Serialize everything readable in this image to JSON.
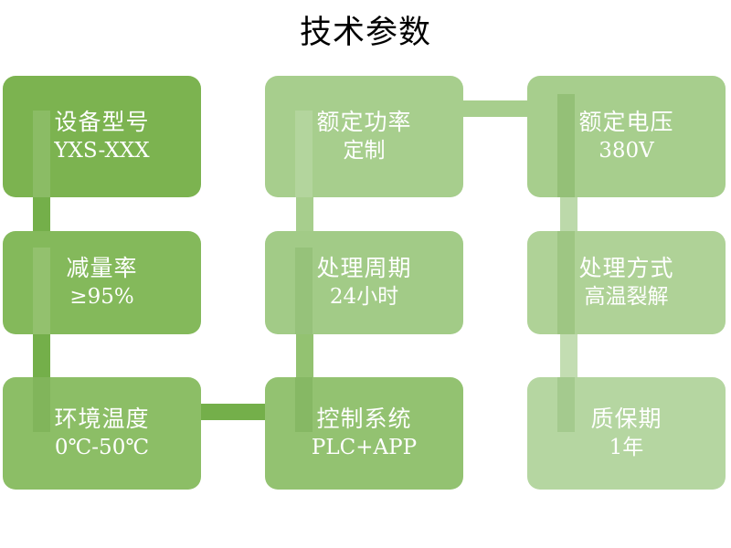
{
  "page": {
    "title": "技术参数",
    "background": "#ffffff",
    "title_color": "#000000"
  },
  "palette": {
    "green_dark": "#7CB350",
    "green_mid": "#8FC06A",
    "green_light": "#A7CE8D",
    "green_lighter": "#B9D8A6",
    "connector_dark": "#74AF4A",
    "connector_mid": "#86BC5F",
    "connector_light": "#A7CE8D",
    "connector_lighter": "#C3DDB2",
    "text": "#ffffff"
  },
  "diagram": {
    "type": "grid-cards",
    "rows": 3,
    "columns": 3,
    "cards": [
      {
        "id": "device-model",
        "title": "设备型号",
        "value": "YXS-XXX",
        "color": "#7CB350",
        "row": 1,
        "column": 1
      },
      {
        "id": "rated-power",
        "title": "额定功率",
        "value": "定制",
        "color": "#A7CE8D",
        "row": 1,
        "column": 2
      },
      {
        "id": "rated-voltage",
        "title": "额定电压",
        "value": "380V",
        "color": "#A7CE8D",
        "row": 1,
        "column": 3
      },
      {
        "id": "reduction-rate",
        "title": "减量率",
        "value": "≥95%",
        "color": "#84B95B",
        "row": 2,
        "column": 1
      },
      {
        "id": "treatment-cycle",
        "title": "处理周期",
        "value": "24小时",
        "color": "#A2CB87",
        "row": 2,
        "column": 2
      },
      {
        "id": "treatment-method",
        "title": "处理方式",
        "value": "高温裂解",
        "color": "#AFD297",
        "row": 2,
        "column": 3
      },
      {
        "id": "ambient-temperature",
        "title": "环境温度",
        "value": "0℃-50℃",
        "color": "#8CBE66",
        "row": 3,
        "column": 1
      },
      {
        "id": "control-system",
        "title": "控制系统",
        "value": "PLC+APP",
        "color": "#93C271",
        "row": 3,
        "column": 2
      },
      {
        "id": "warranty-period",
        "title": "质保期",
        "value": "1年",
        "color": "#B5D6A1",
        "row": 3,
        "column": 3
      }
    ]
  }
}
